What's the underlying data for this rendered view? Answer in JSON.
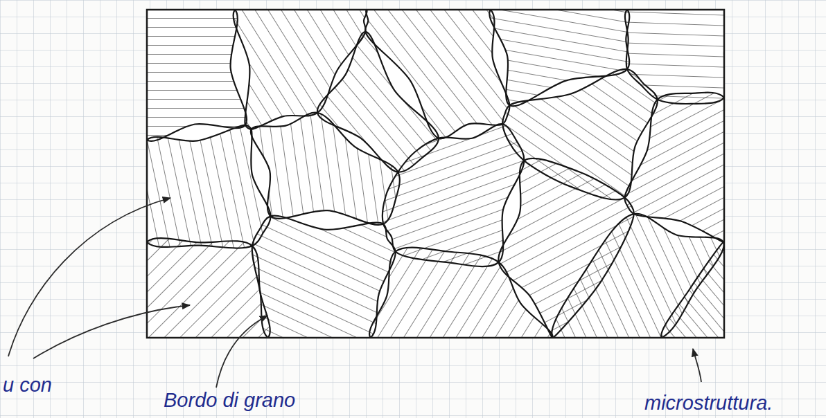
{
  "diagram": {
    "labels": [
      "u con",
      "Bordo di grano",
      "microstruttura."
    ]
  }
}
